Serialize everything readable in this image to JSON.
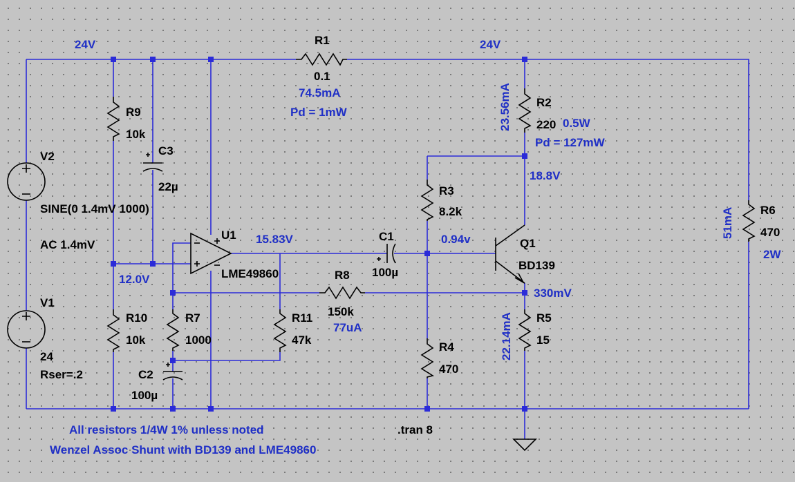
{
  "colors": {
    "background": "#c4c4c4",
    "wire": "#2b2bd8",
    "component": "#000000",
    "annotation": "#1f2fc6"
  },
  "components": {
    "R1": {
      "name": "R1",
      "value": "0.1"
    },
    "R2": {
      "name": "R2",
      "value": "220"
    },
    "R3": {
      "name": "R3",
      "value": "8.2k"
    },
    "R4": {
      "name": "R4",
      "value": "470"
    },
    "R5": {
      "name": "R5",
      "value": "15"
    },
    "R6": {
      "name": "R6",
      "value": "470"
    },
    "R7": {
      "name": "R7",
      "value": "1000"
    },
    "R8": {
      "name": "R8",
      "value": "150k"
    },
    "R9": {
      "name": "R9",
      "value": "10k"
    },
    "R10": {
      "name": "R10",
      "value": "10k"
    },
    "R11": {
      "name": "R11",
      "value": "47k"
    },
    "C1": {
      "name": "C1",
      "value": "100µ"
    },
    "C2": {
      "name": "C2",
      "value": "100µ"
    },
    "C3": {
      "name": "C3",
      "value": "22µ"
    },
    "U1": {
      "name": "U1",
      "value": "LME49860"
    },
    "Q1": {
      "name": "Q1",
      "value": "BD139"
    },
    "V1": {
      "name": "V1",
      "value": "24",
      "param": "Rser=.2"
    },
    "V2": {
      "name": "V2",
      "value": "SINE(0 1.4mV 1000)",
      "param": "AC 1.4mV"
    }
  },
  "annotations": {
    "v24_left": "24V",
    "v24_right": "24V",
    "r1_current": "74.5mA",
    "r1_power": "Pd = 1mW",
    "r2_current": "23.56mA",
    "r2_rating": "0.5W",
    "r2_power": "Pd = 127mW",
    "node_18v": "18.8V",
    "r6_current": "51mA",
    "r6_rating": "2W",
    "u1_out": "15.83V",
    "q1_base": "0.94v",
    "u1_in": "12.0V",
    "emitter_v": "330mV",
    "r8_current": "77uA",
    "r5_current": "22.14mA"
  },
  "notes": {
    "line1": "All resistors 1/4W 1% unless noted",
    "line2": "Wenzel Assoc Shunt with BD139 and LME49860"
  },
  "directive": ".tran 8"
}
